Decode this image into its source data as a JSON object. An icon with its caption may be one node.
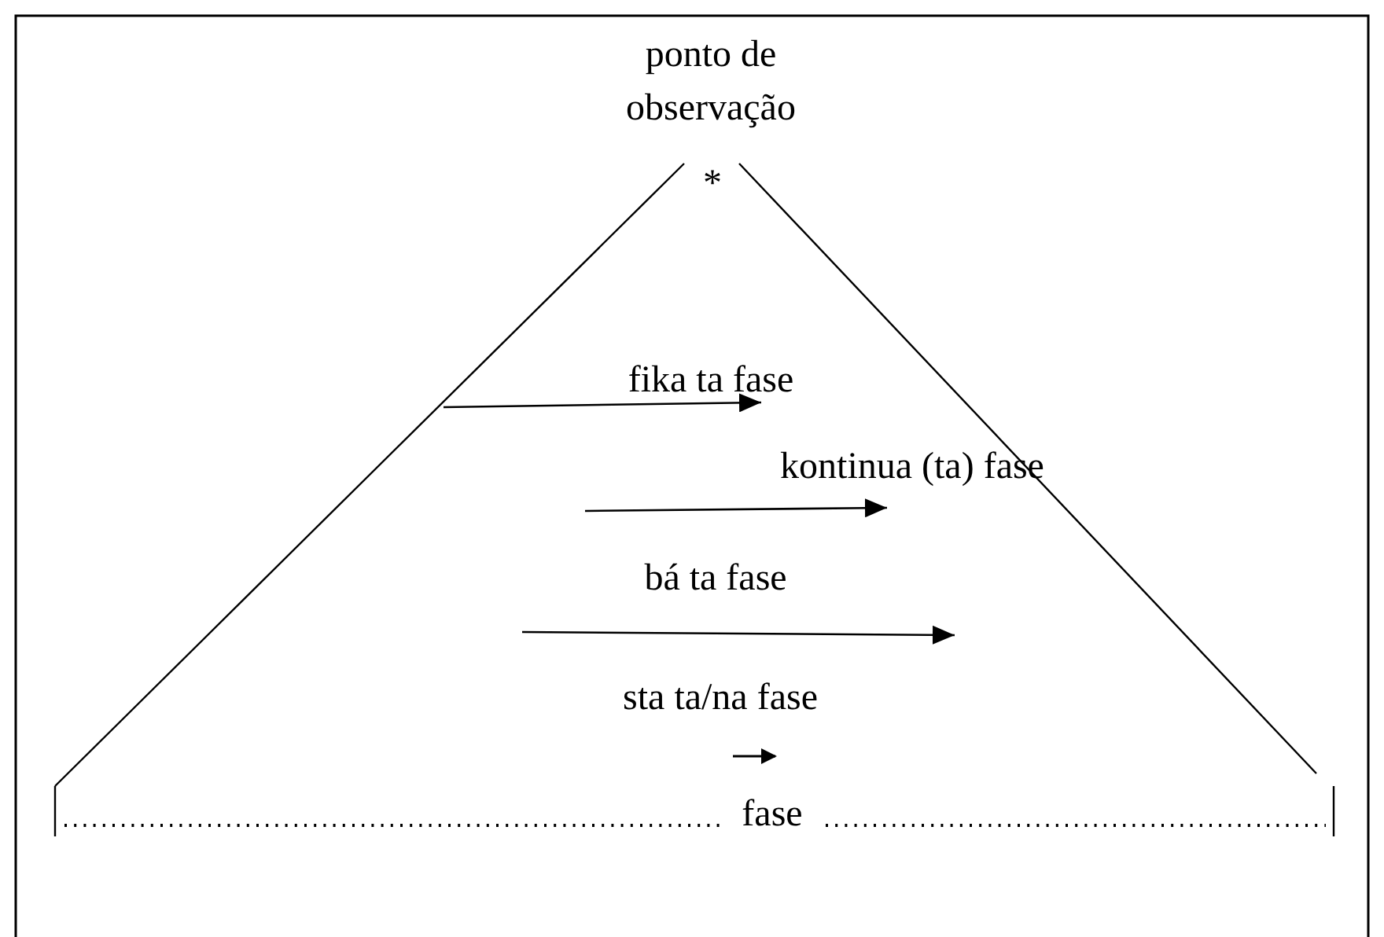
{
  "diagram": {
    "labels": [
      "ponto de observação",
      "*",
      "fika ta fase",
      "kontinua (ta) fase",
      "bá ta fase",
      "sta ta/na fase",
      "fase"
    ]
  }
}
